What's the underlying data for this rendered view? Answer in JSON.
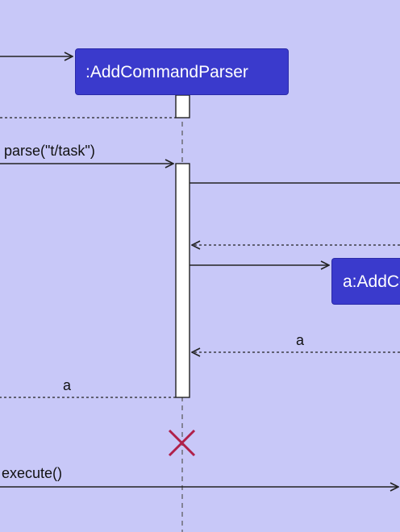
{
  "participants": {
    "parser": {
      "label": ":AddCommandParser"
    },
    "command": {
      "label": "a:AddCommand"
    }
  },
  "messages": {
    "parse_call": "parse(\"t/task\")",
    "command_return": "a",
    "parser_return": "a",
    "execute_call": "execute()"
  },
  "colors": {
    "background": "#c8c8f8",
    "participant_fill": "#3a3acc",
    "participant_text": "#ffffff",
    "line": "#222222",
    "destroy_mark": "#b0204a"
  }
}
